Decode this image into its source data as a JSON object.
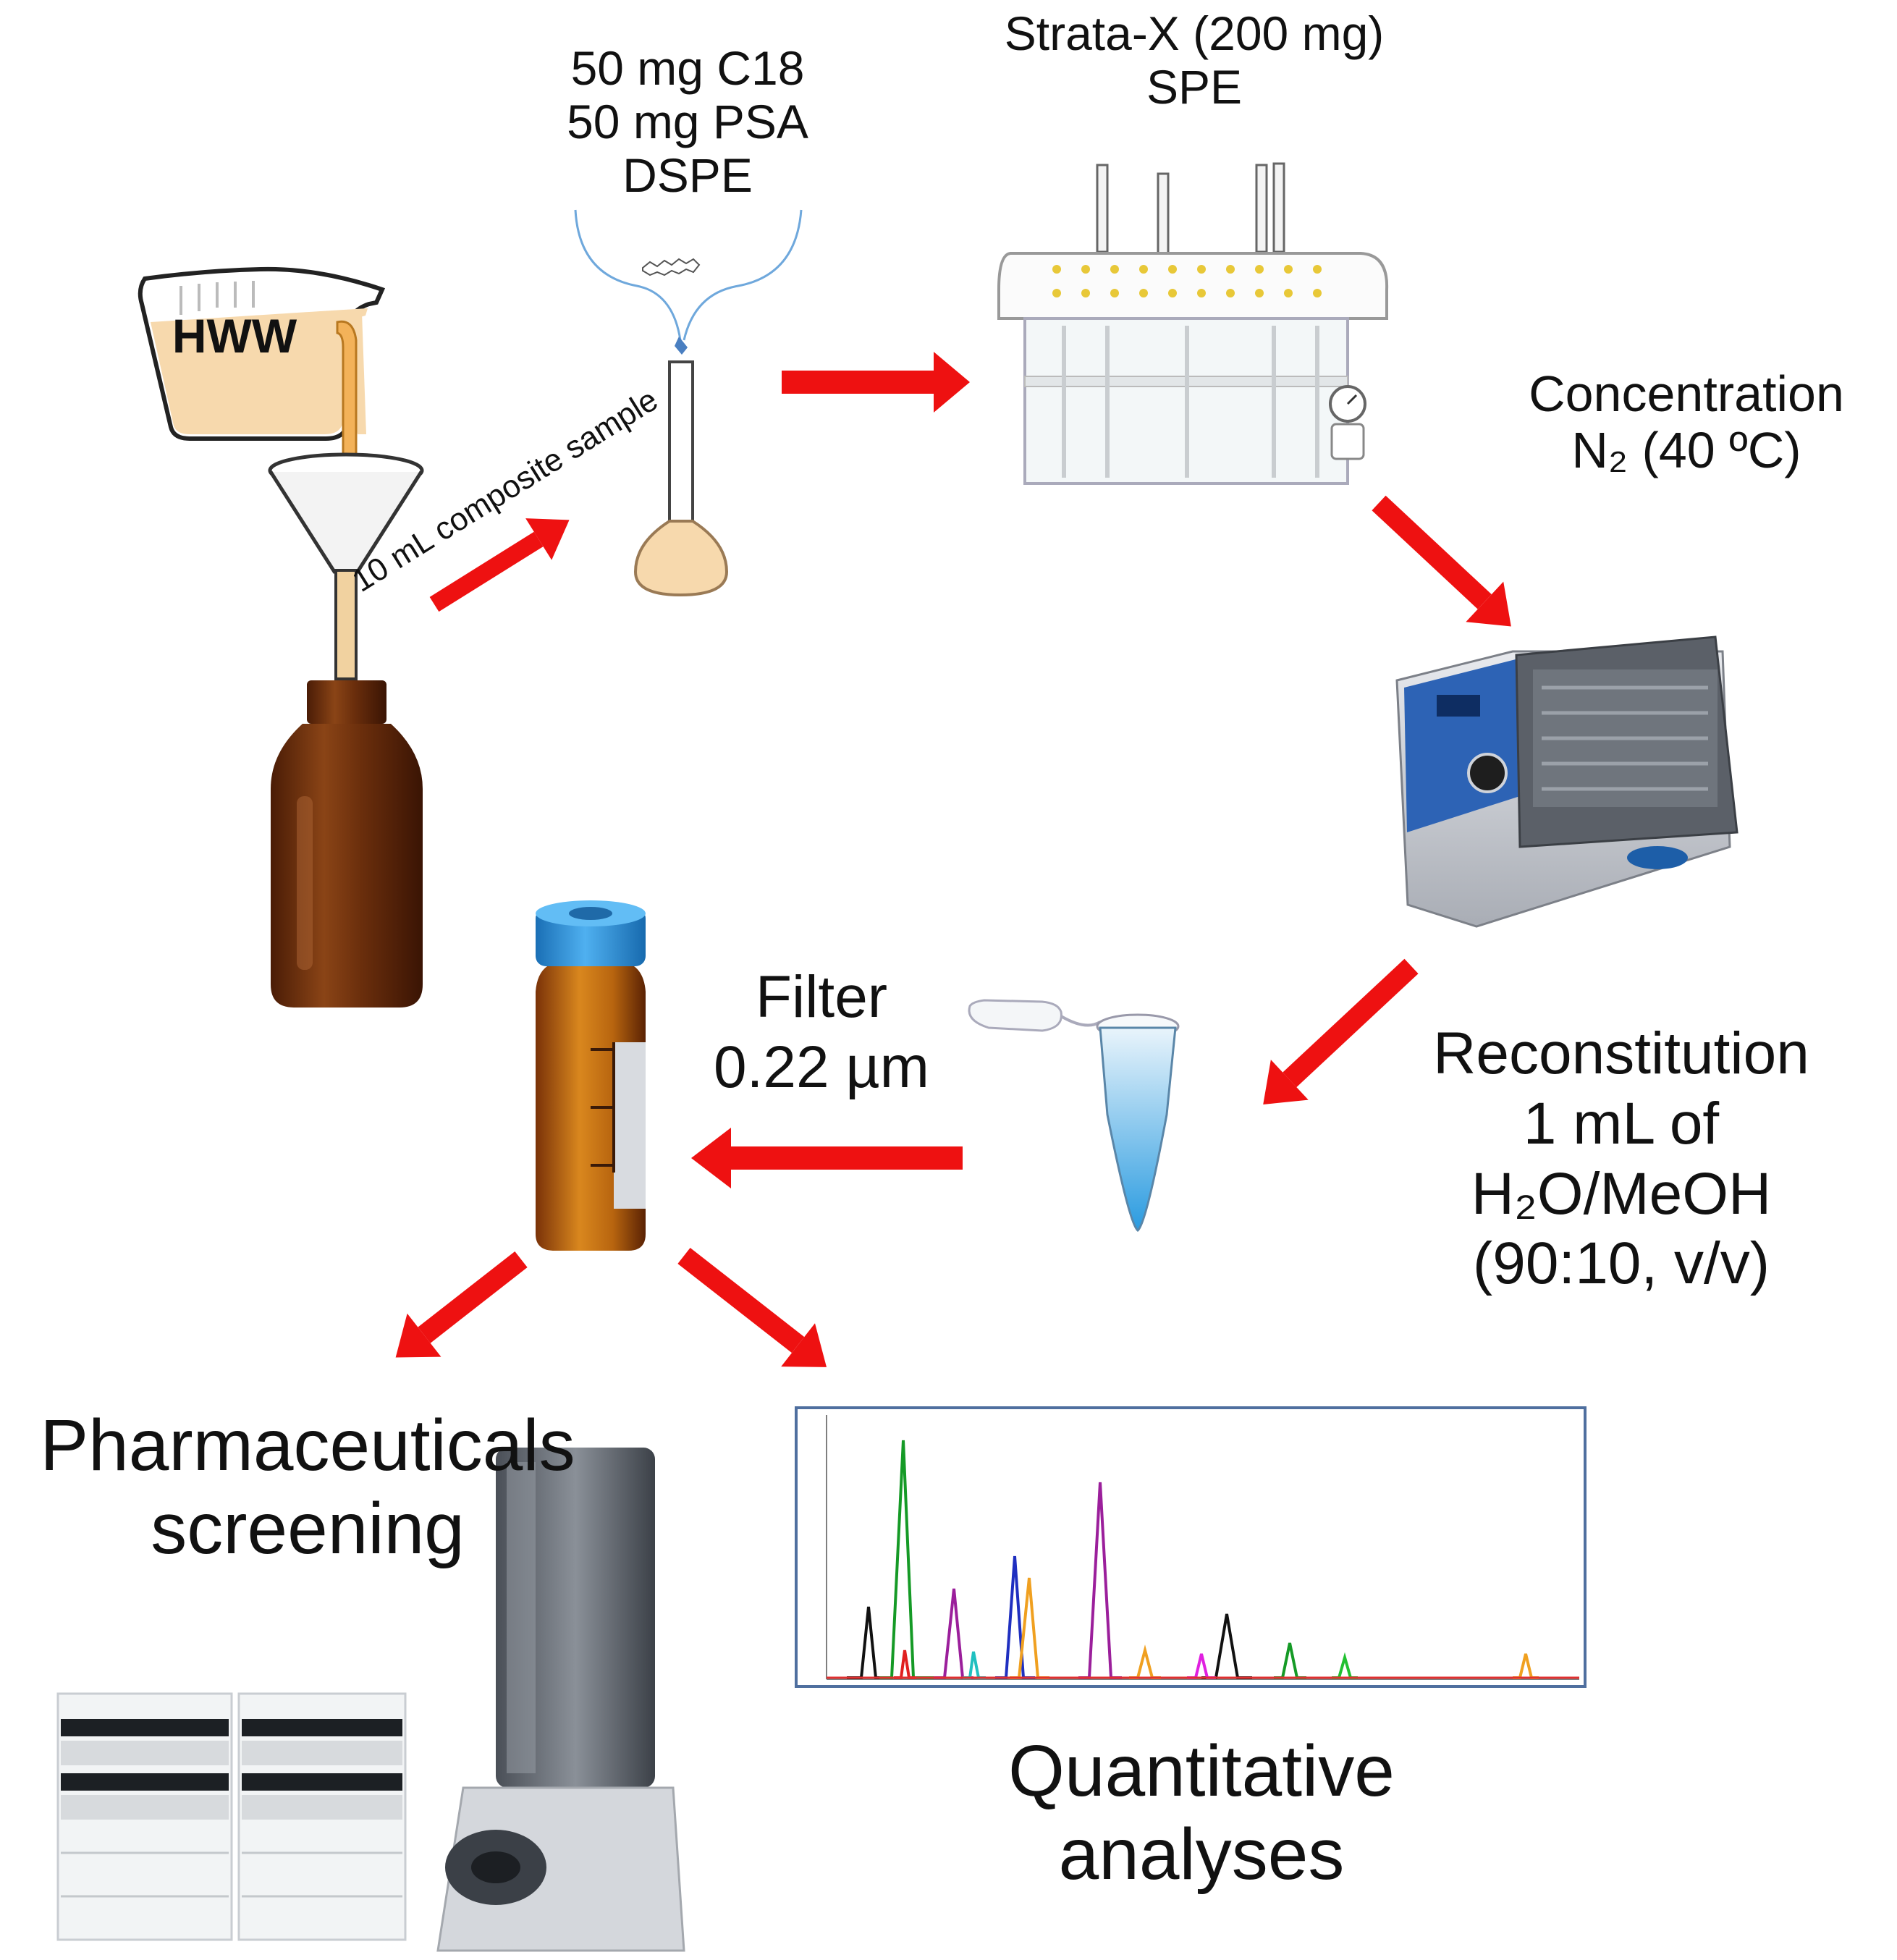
{
  "sample_source": {
    "label": "HWW"
  },
  "transfer": {
    "line1": "10 mL",
    "line2": "composite sample"
  },
  "dspe": {
    "line1": "50 mg  C18",
    "line2": "50 mg  PSA",
    "line3": "DSPE"
  },
  "spe": {
    "line1": "Strata-X (200 mg)",
    "line2": "SPE"
  },
  "concentration": {
    "line1": "Concentration",
    "line2": "N₂ (40 ºC)"
  },
  "reconstitution": {
    "line1": "Reconstitution",
    "line2": "1 mL of",
    "line3": "H₂O/MeOH",
    "line4": "(90:10, v/v)"
  },
  "filter": {
    "line1": "Filter",
    "line2": "0.22 µm"
  },
  "screening": {
    "line1": "Pharmaceuticals",
    "line2": "screening"
  },
  "quantitative": {
    "line1": "Quantitative",
    "line2": "analyses"
  },
  "colors": {
    "arrow": "#ee1111",
    "liquid": "#f7d9ad",
    "amber": "#7a3a10",
    "cap": "#2f8fd6"
  }
}
